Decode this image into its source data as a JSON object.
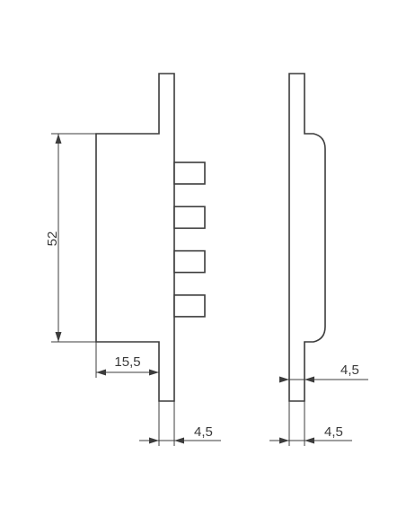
{
  "drawing": {
    "front_view": {
      "height_dimension": "52",
      "offset_dimension": "15,5",
      "thickness_dimension": "4,5",
      "bolt_count": 4
    },
    "side_view": {
      "forend_thickness_dimension": "4,5",
      "plate_thickness_dimension": "4,5"
    }
  }
}
